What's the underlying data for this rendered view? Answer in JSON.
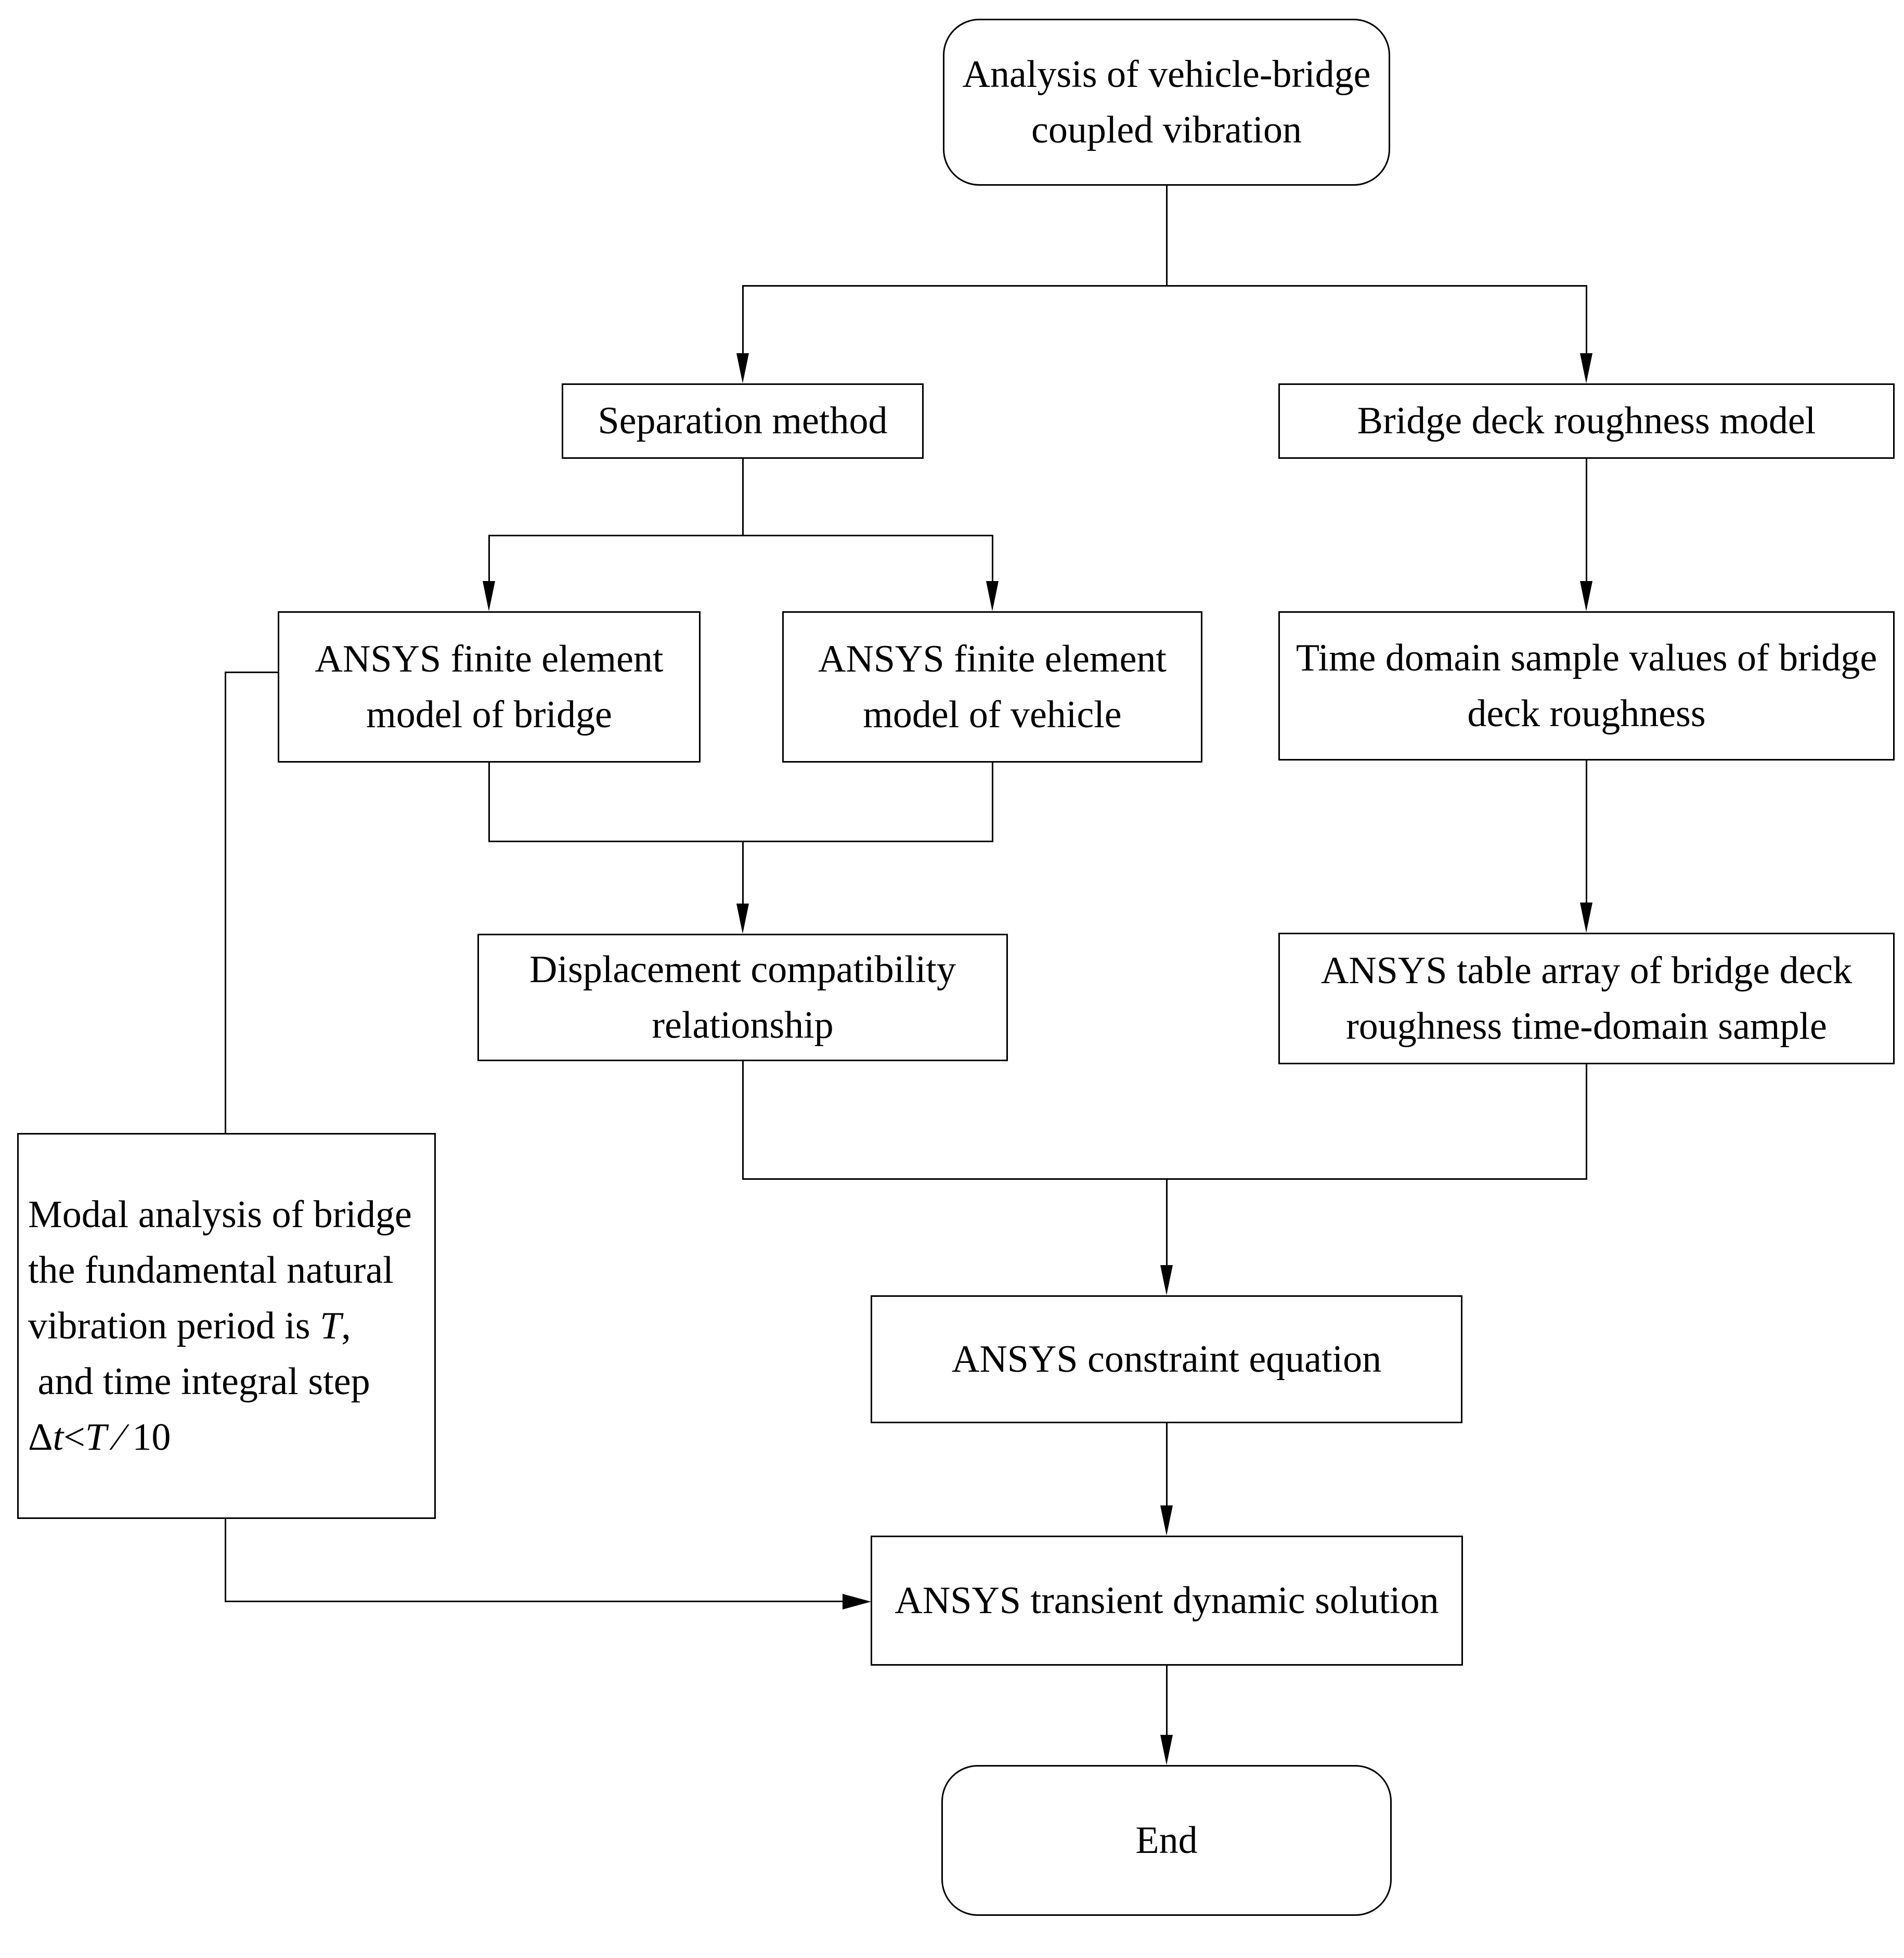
{
  "diagram": {
    "background_color": "#ffffff",
    "line_color": "#000000",
    "text_color": "#000000",
    "nodes": {
      "start": {
        "shape": "rounded",
        "label": "Analysis of vehicle-bridge coupled vibration"
      },
      "separation": {
        "shape": "rect",
        "label": "Separation method"
      },
      "roughness": {
        "shape": "rect",
        "label": "Bridge deck roughness model"
      },
      "fe_bridge": {
        "shape": "rect",
        "label": "ANSYS finite element model of bridge"
      },
      "fe_vehicle": {
        "shape": "rect",
        "label": "ANSYS finite element model of vehicle"
      },
      "time_domain": {
        "shape": "rect",
        "label": "Time domain sample values of bridge deck roughness"
      },
      "displacement": {
        "shape": "rect",
        "label": "Displacement compatibility relationship"
      },
      "table_array": {
        "shape": "rect",
        "label": "ANSYS table array of bridge deck roughness time-domain sample"
      },
      "modal": {
        "shape": "rect",
        "lines": [
          {
            "parts": [
              {
                "t": "Modal analysis of bridge"
              }
            ]
          },
          {
            "parts": [
              {
                "t": "the fundamental natural"
              }
            ]
          },
          {
            "parts": [
              {
                "t": "vibration period is "
              },
              {
                "t": "T",
                "i": true
              },
              {
                "t": ","
              }
            ]
          },
          {
            "parts": [
              {
                "t": " and time integral step"
              }
            ]
          },
          {
            "parts": [
              {
                "t": "Δ"
              },
              {
                "t": "t",
                "i": true
              },
              {
                "t": "<"
              },
              {
                "t": "T",
                "i": true
              },
              {
                "t": " ⁄ 10"
              }
            ]
          }
        ]
      },
      "constraint": {
        "shape": "rect",
        "label": "ANSYS constraint equation"
      },
      "transient": {
        "shape": "rect",
        "label": "ANSYS transient dynamic solution"
      },
      "end": {
        "shape": "rounded",
        "label": "End"
      }
    },
    "edges": [
      {
        "from": "start",
        "to": "separation"
      },
      {
        "from": "start",
        "to": "roughness"
      },
      {
        "from": "separation",
        "to": "fe_bridge"
      },
      {
        "from": "separation",
        "to": "fe_vehicle"
      },
      {
        "from": "fe_bridge",
        "to": "displacement"
      },
      {
        "from": "fe_vehicle",
        "to": "displacement"
      },
      {
        "from": "roughness",
        "to": "time_domain"
      },
      {
        "from": "time_domain",
        "to": "table_array"
      },
      {
        "from": "displacement",
        "to": "constraint"
      },
      {
        "from": "table_array",
        "to": "constraint"
      },
      {
        "from": "fe_bridge",
        "to": "modal"
      },
      {
        "from": "modal",
        "to": "transient"
      },
      {
        "from": "constraint",
        "to": "transient"
      },
      {
        "from": "transient",
        "to": "end"
      }
    ]
  }
}
